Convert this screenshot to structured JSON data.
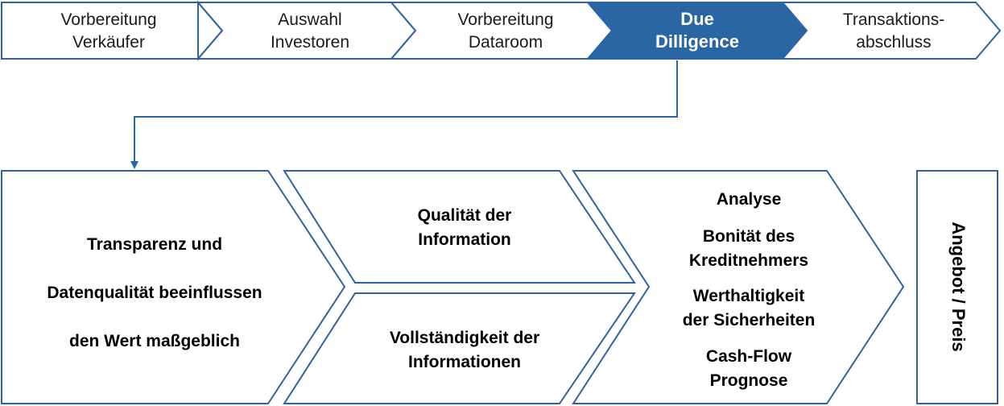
{
  "process_steps": [
    {
      "line1": "Vorbereitung",
      "line2": "Verkäufer",
      "active": false
    },
    {
      "line1": "Auswahl",
      "line2": "Investoren",
      "active": false
    },
    {
      "line1": "Vorbereitung",
      "line2": "Dataroom",
      "active": false
    },
    {
      "line1": "Due",
      "line2": "Dilligence",
      "active": true
    },
    {
      "line1": "Transaktions-",
      "line2": "abschluss",
      "active": false
    }
  ],
  "transparency_box": {
    "lines": [
      "Transparenz und",
      "Datenqualität beeinflussen",
      "den Wert maßgeblich"
    ]
  },
  "quality_box": {
    "lines": [
      "Qualität der",
      "Information"
    ]
  },
  "completeness_box": {
    "lines": [
      "Vollständigkeit der",
      "Informationen"
    ]
  },
  "analysis_box": {
    "lines": [
      "Analyse",
      "Bonität des",
      "Kreditnehmers",
      "Werthaltigkeit",
      "der Sicherheiten",
      "Cash-Flow",
      "Prognose"
    ]
  },
  "offer_box": {
    "label": "Angebot / Preis"
  },
  "colors": {
    "accent": "#2a66a3",
    "outline": "#2f63a0",
    "active_fill": "#2a66a3",
    "text": "#000000"
  }
}
